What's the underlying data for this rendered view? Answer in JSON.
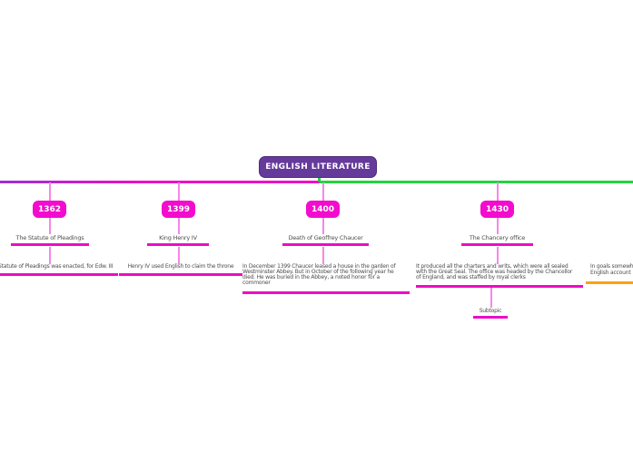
{
  "root": {
    "label": "ENGLISH LITERATURE"
  },
  "colors": {
    "root_fill": "#663a9b",
    "date_node_fill": "#f30cce",
    "magenta_underline": "#ee0cc6",
    "pink_connector": "#f687ea",
    "left_branch_gradient_start": "#9c2fd6",
    "right_branch_green": "#22d43e",
    "orange_underline": "#ffa011",
    "label_text": "#4d4d4d"
  },
  "branches": [
    {
      "date": "1362",
      "topic": "The Statute of Pleadings",
      "detail": "The Statute of Pleadings was enacted, for Edw. III"
    },
    {
      "date": "1399",
      "topic": "King Henry IV",
      "detail": "Henry IV used English to claim the throne"
    },
    {
      "date": "1400",
      "topic": "Death of Geoffrey Chaucer",
      "detail": "In December 1399 Chaucer leased a house in the garden of\nWestminster Abbey. But in October of the following year he\ndied. He was buried in the Abbey, a noted honor for a\ncommoner"
    },
    {
      "date": "1430",
      "topic": "The Chancery office",
      "detail": "It produced all the charters and writs, which were all sealed\nwith the Great Seal. The office was headed by the Chancellor\nof England, and was staffed by royal clerks",
      "subtopic": "Subtopic"
    }
  ],
  "offscreen_right": {
    "detail": "In goals somewh\nEnglish account"
  }
}
